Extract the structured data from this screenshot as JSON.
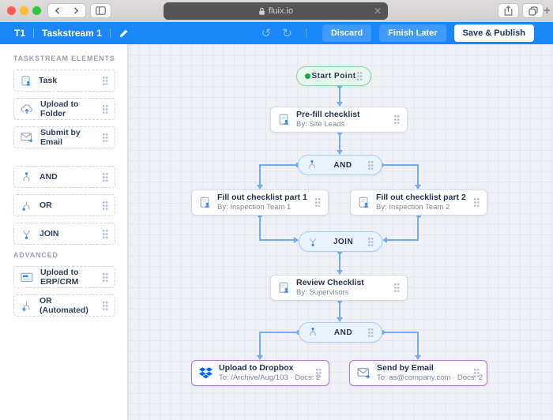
{
  "browser": {
    "address": "fluix.io",
    "close_tab_glyph": "✕",
    "new_tab_glyph": "+"
  },
  "appbar": {
    "stream_id": "T1",
    "title": "Taskstream 1",
    "discard_label": "Discard",
    "finish_later_label": "Finish Later",
    "save_publish_label": "Save & Publish"
  },
  "icons": {
    "undo": "↺",
    "redo": "↻",
    "back_chevron": "‹",
    "forward_chevron": "›"
  },
  "sidebar": {
    "elements_heading": "TASKSTREAM ELEMENTS",
    "advanced_heading": "ADVANCED",
    "items": [
      {
        "label": "Task",
        "icon": "task-icon"
      },
      {
        "label": "Upload to Folder",
        "icon": "cloud-upload-icon"
      },
      {
        "label": "Submit by Email",
        "icon": "email-icon"
      },
      {
        "label": "AND",
        "icon": "and-gateway-icon"
      },
      {
        "label": "OR",
        "icon": "or-gateway-icon"
      },
      {
        "label": "JOIN",
        "icon": "join-gateway-icon"
      },
      {
        "label": "Upload to ERP/CRM",
        "icon": "erp-crm-icon"
      },
      {
        "label": "OR (Automated)",
        "icon": "or-automated-icon"
      }
    ]
  },
  "flow": {
    "start": {
      "label": "Start Point"
    },
    "prefill": {
      "title": "Pre-fill checklist",
      "subtitle": "By: Site Leads"
    },
    "and1": {
      "label": "AND"
    },
    "part1": {
      "title": "Fill out checklist part 1",
      "subtitle": "By: Inspection Team 1"
    },
    "part2": {
      "title": "Fill out checklist part 2",
      "subtitle": "By: Inspection Team 2"
    },
    "join": {
      "label": "JOIN"
    },
    "review": {
      "title": "Review Checklist",
      "subtitle": "By: Supervisors"
    },
    "and2": {
      "label": "AND"
    },
    "dropbox": {
      "title": "Upload to Dropbox",
      "subtitle": "To: /Archive/Aug/103  ·  Docs: 2"
    },
    "email": {
      "title": "Send by Email",
      "subtitle": "To: as@company.com  ·  Docs: 2"
    }
  },
  "colors": {
    "accent_blue": "#1a87f8",
    "connector_blue": "#6fadf3",
    "start_green": "#17a94b",
    "integration_purple": "#b473d9",
    "dropbox_blue": "#0062ff"
  }
}
